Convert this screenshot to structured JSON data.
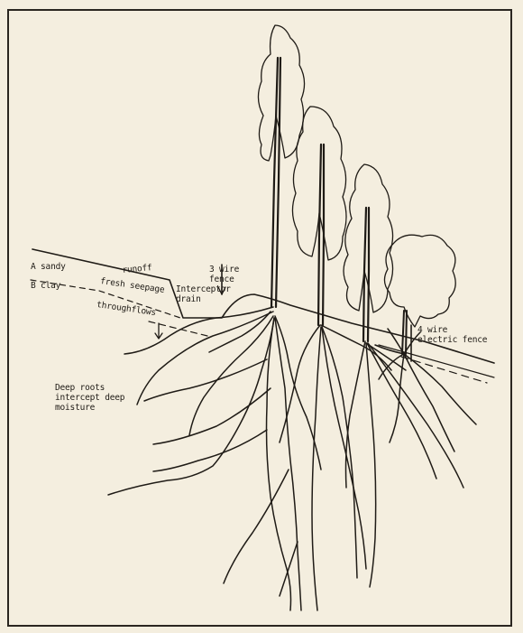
{
  "labels": {
    "a_horizon": "A sandy",
    "b_horizon": "B clay",
    "runoff": "runoff",
    "fresh_seepage": "fresh seepage",
    "throughflows": "throughflows",
    "three_wire_fence": "3 wire\nfence",
    "interceptor_drain": "Interceptor\ndrain",
    "four_wire_fence": "4 wire\nelectric fence",
    "deep_roots": "Deep roots\nintercept deep\nmoisture"
  },
  "colors": {
    "ink": "#1f1b16",
    "paper": "#f4eedf"
  }
}
